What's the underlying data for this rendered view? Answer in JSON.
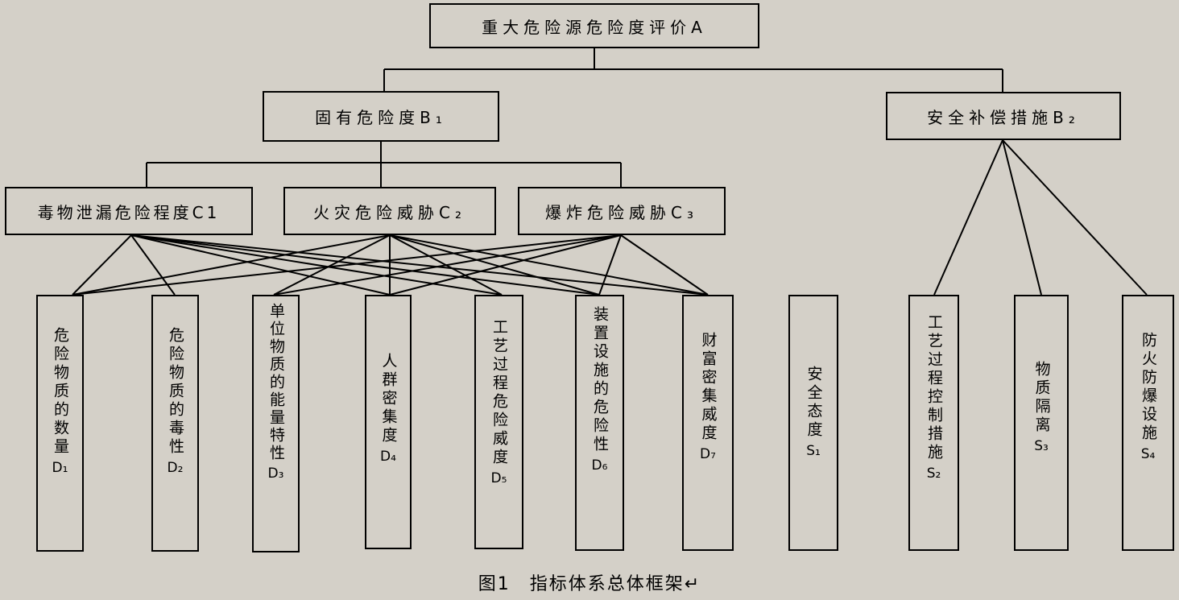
{
  "root": "重大危险源危险度评价A",
  "b1": "固有危险度B₁",
  "b2": "安全补偿措施B₂",
  "c1": "毒物泄漏危险程度C1",
  "c2": "火灾危险威胁C₂",
  "c3": "爆炸危险威胁C₃",
  "d": [
    {
      "text": "危险物质的数量",
      "code": "D₁"
    },
    {
      "text": "危险物质的毒性",
      "code": "D₂"
    },
    {
      "text": "单位物质的能量特性",
      "code": "D₃"
    },
    {
      "text": "人群密集度",
      "code": "D₄"
    },
    {
      "text": "工艺过程危险威度",
      "code": "D₅"
    },
    {
      "text": "装置设施的危险性",
      "code": "D₆"
    },
    {
      "text": "财富密集威度",
      "code": "D₇"
    }
  ],
  "s": [
    {
      "text": "安全态度",
      "code": "S₁"
    },
    {
      "text": "工艺过程控制措施",
      "code": "S₂"
    },
    {
      "text": "物质隔离",
      "code": "S₃"
    },
    {
      "text": "防火防爆设施",
      "code": "S₄"
    }
  ],
  "caption": "图1　指标体系总体框架↵"
}
